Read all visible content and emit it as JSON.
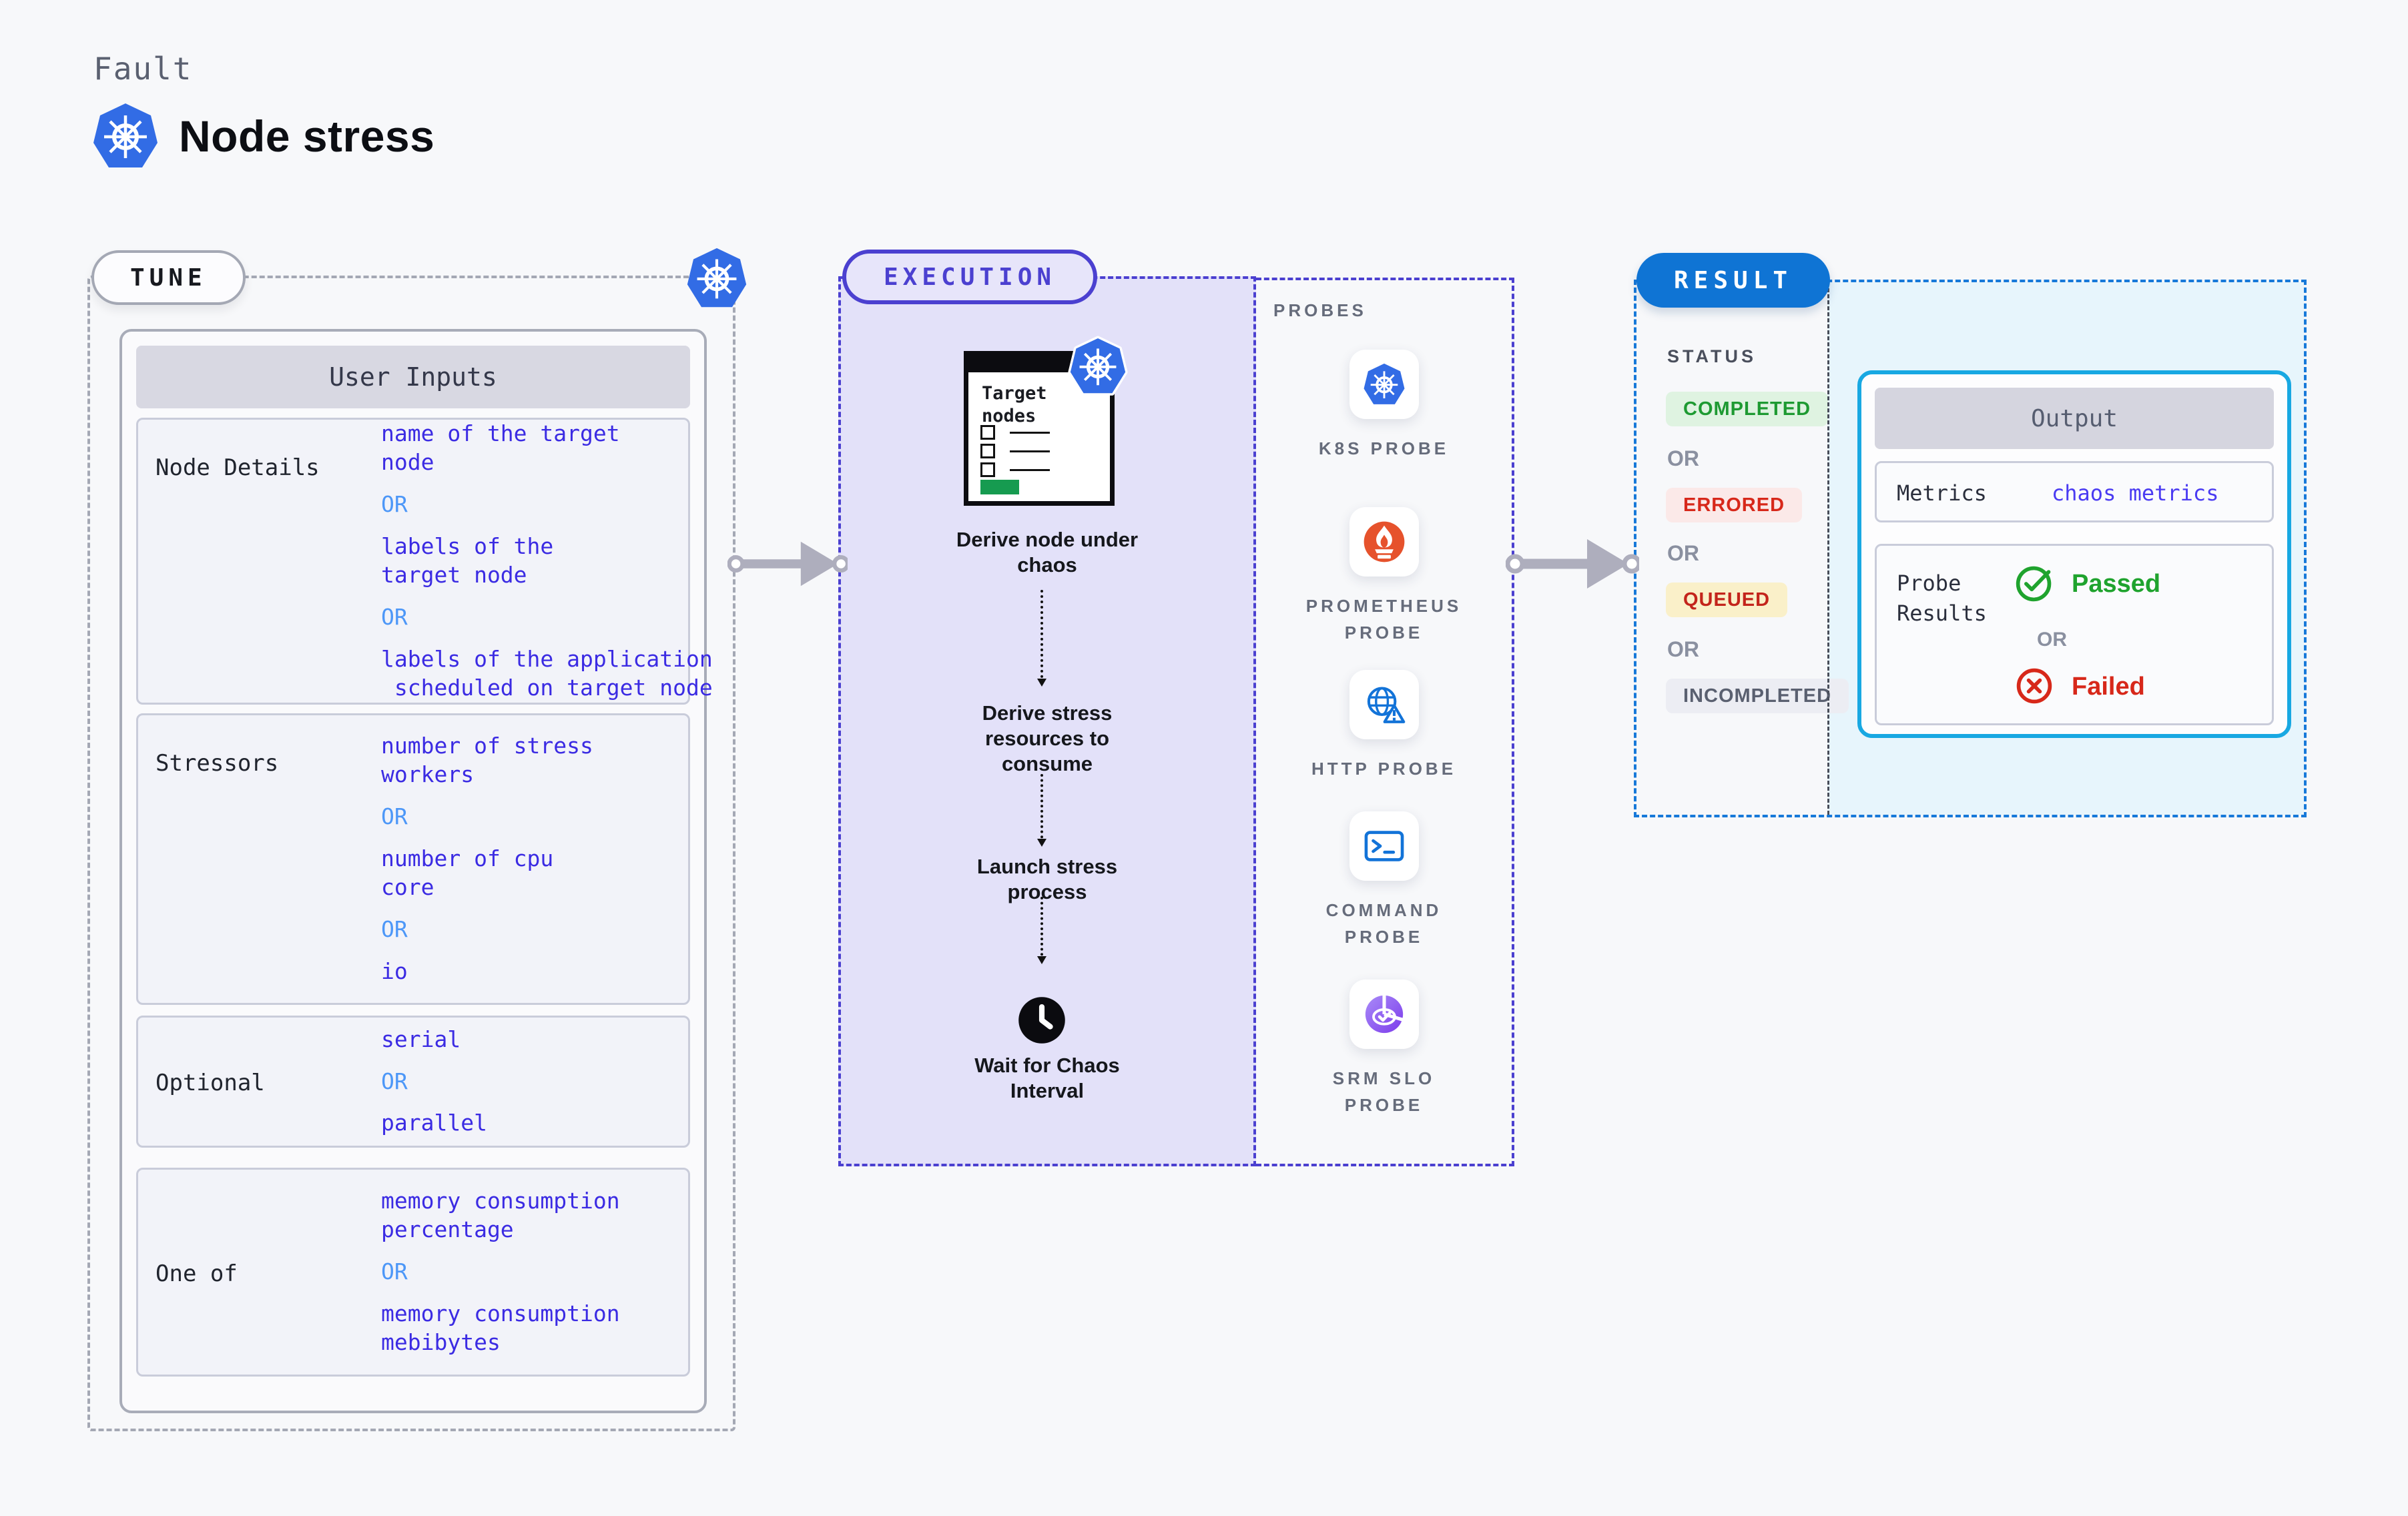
{
  "header": {
    "eyebrow": "Fault",
    "title": "Node stress"
  },
  "tune": {
    "pill": "TUNE",
    "table": {
      "title": "User Inputs",
      "rows": [
        {
          "label": "Node Details",
          "items": [
            {
              "kind": "value",
              "text": "name of the target\nnode"
            },
            {
              "kind": "or",
              "text": "OR"
            },
            {
              "kind": "value",
              "text": "labels of the\ntarget node"
            },
            {
              "kind": "or",
              "text": "OR"
            },
            {
              "kind": "value",
              "text": "labels of the application\n scheduled on target node"
            }
          ]
        },
        {
          "label": "Stressors",
          "items": [
            {
              "kind": "value",
              "text": "number of stress\nworkers"
            },
            {
              "kind": "or",
              "text": "OR"
            },
            {
              "kind": "value",
              "text": "number of cpu\ncore"
            },
            {
              "kind": "or",
              "text": "OR"
            },
            {
              "kind": "value",
              "text": "io"
            }
          ]
        },
        {
          "label": "Optional",
          "items": [
            {
              "kind": "value",
              "text": "serial"
            },
            {
              "kind": "or",
              "text": "OR"
            },
            {
              "kind": "value",
              "text": "parallel"
            }
          ]
        },
        {
          "label": "One of",
          "items": [
            {
              "kind": "value",
              "text": "memory consumption\npercentage"
            },
            {
              "kind": "or",
              "text": "OR"
            },
            {
              "kind": "value",
              "text": "memory consumption\nmebibytes"
            }
          ]
        }
      ]
    }
  },
  "execution": {
    "pill": "EXECUTION",
    "clipboard_title": "Target\nnodes",
    "steps": [
      "Derive node under\nchaos",
      "Derive stress\nresources to\nconsume",
      "Launch stress\nprocess",
      "Wait for Chaos\nInterval"
    ]
  },
  "probes": {
    "title": "PROBES",
    "items": [
      {
        "icon": "kubernetes-icon",
        "label": "K8S PROBE"
      },
      {
        "icon": "prometheus-icon",
        "label": "PROMETHEUS\nPROBE"
      },
      {
        "icon": "http-globe-warning-icon",
        "label": "HTTP PROBE"
      },
      {
        "icon": "command-terminal-icon",
        "label": "COMMAND\nPROBE"
      },
      {
        "icon": "srm-slo-pie-check-icon",
        "label": "SRM SLO\nPROBE"
      }
    ]
  },
  "result": {
    "pill": "RESULT",
    "status_title": "STATUS",
    "statuses": [
      {
        "label": "COMPLETED",
        "fg": "#1E9A32",
        "bg": "#DFF3E1"
      },
      {
        "label": "OR"
      },
      {
        "label": "ERRORED",
        "fg": "#D7281A",
        "bg": "#FBE9E8"
      },
      {
        "label": "OR"
      },
      {
        "label": "QUEUED",
        "fg": "#C3241B",
        "bg": "#FAF0C9"
      },
      {
        "label": "OR"
      },
      {
        "label": "INCOMPLETED",
        "fg": "#5A6070",
        "bg": "#ECEDF3"
      }
    ],
    "output": {
      "title": "Output",
      "metrics_label": "Metrics",
      "metrics_value": "chaos metrics",
      "probe_results_label": "Probe\nResults",
      "passed": "Passed",
      "or": "OR",
      "failed": "Failed"
    }
  },
  "colors": {
    "page_bg": "#F7F8FA",
    "k8s_blue": "#326CE5",
    "execution_indigo": "#4B40D0",
    "execution_bg": "#E3E1F9",
    "result_blue": "#0F74D4",
    "result_cyan_bg": "#E7F5FC",
    "output_border_cyan": "#18A8E2",
    "value_indigo": "#3B2BE3",
    "or_blue": "#4D97F8",
    "passed_green": "#1FA32E",
    "failed_red": "#D7281A",
    "prometheus_orange": "#E6522C",
    "srm_purple": "#7C3BEB",
    "arrow_gray": "#AEAEBD",
    "green_bar": "#169B50"
  }
}
